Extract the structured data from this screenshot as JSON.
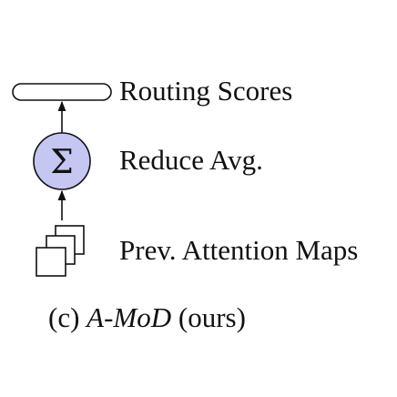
{
  "labels": {
    "routing": "Routing Scores",
    "reduce": "Reduce Avg.",
    "prev": "Prev. Attention Maps"
  },
  "symbols": {
    "sum": "Σ"
  },
  "caption": {
    "prefix": "(c) ",
    "method": "A-MoD",
    "suffix": " (ours)"
  },
  "colors": {
    "sum_fill": "#c6c6f3",
    "stroke": "#111111"
  }
}
